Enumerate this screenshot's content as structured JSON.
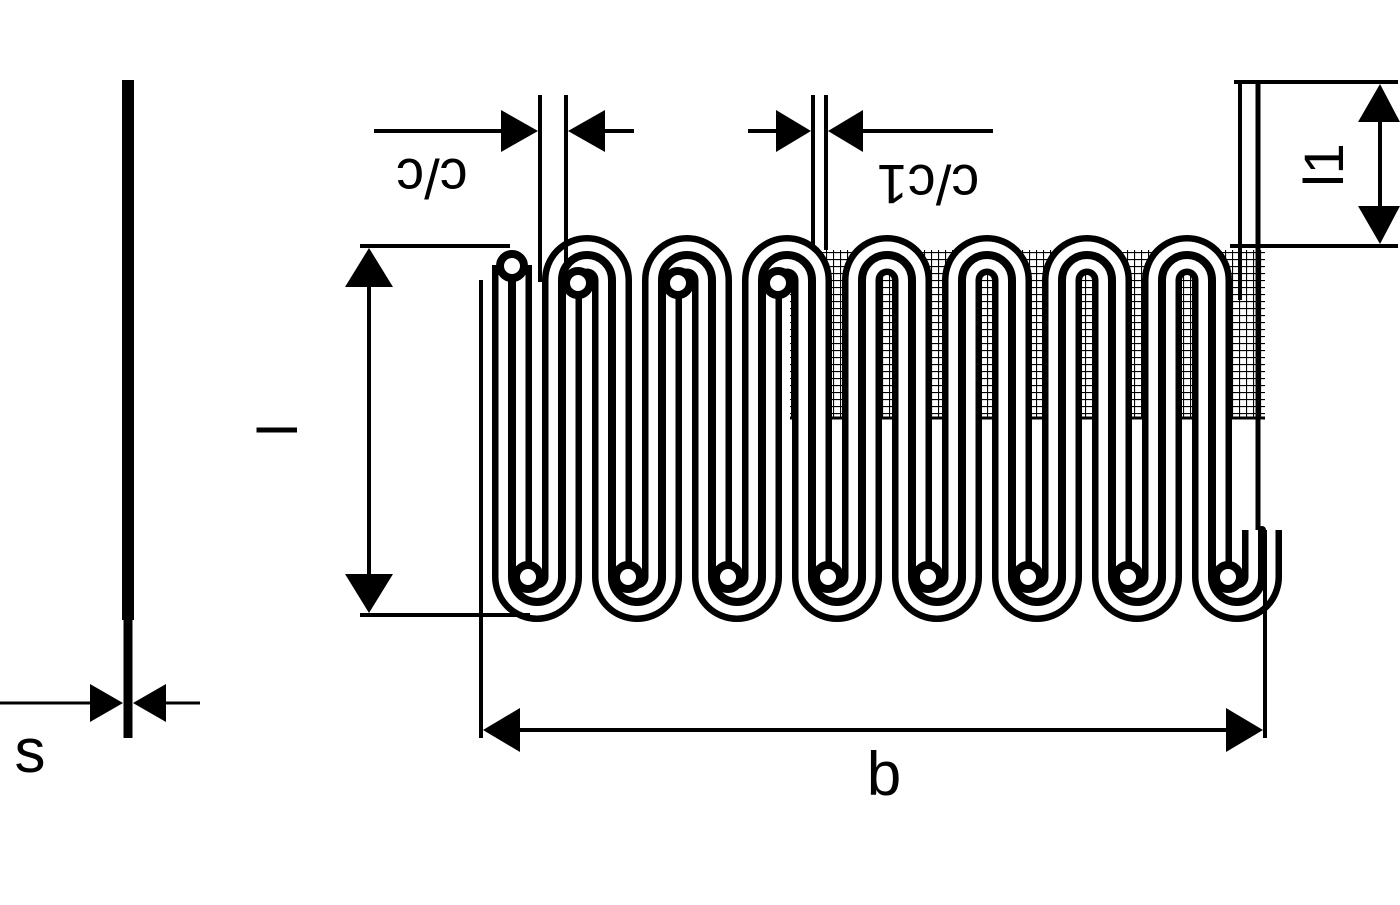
{
  "diagram": {
    "labels": {
      "s": "s",
      "b": "b",
      "l": "l",
      "l1": "l1",
      "cc": "c/c",
      "cc1": "c/c1"
    },
    "loops_total": 8,
    "hatched_loops": 5,
    "colors": {
      "ink": "#000000",
      "background": "#ffffff"
    }
  }
}
